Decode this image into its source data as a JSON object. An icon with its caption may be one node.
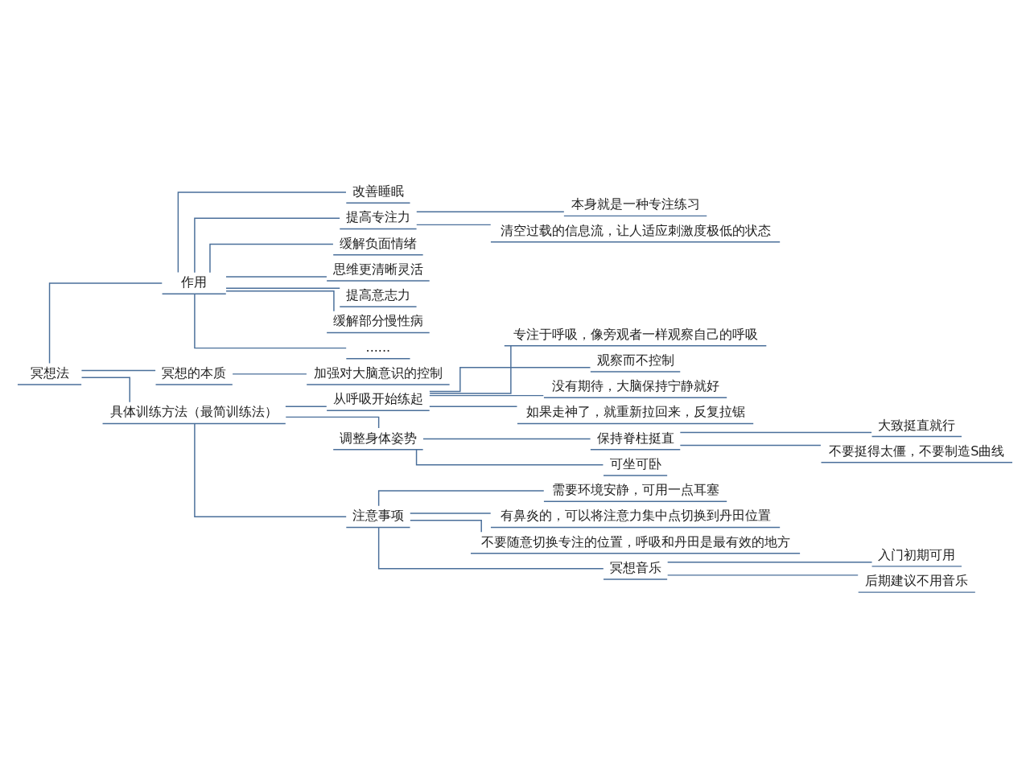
{
  "diagram": {
    "nodes": [
      {
        "text": [
          "冥想法"
        ]
      },
      {
        "text": [
          "作用"
        ]
      },
      {
        "text": [
          "改善睡眠"
        ]
      },
      {
        "text": [
          "提高专注力"
        ]
      },
      {
        "text": [
          "本身就是一种专注练习"
        ]
      },
      {
        "text": [
          "清空过载的信息流，让人适应刺激度极低的状态"
        ]
      },
      {
        "text": [
          "缓解负面情绪"
        ]
      },
      {
        "text": [
          "思维更清晰灵活"
        ]
      },
      {
        "text": [
          "提高意志力"
        ]
      },
      {
        "text": [
          "缓解部分慢性病"
        ]
      },
      {
        "text": [
          "......"
        ]
      },
      {
        "text": [
          "冥想的本质"
        ]
      },
      {
        "text": [
          "加强对大脑意识的控制"
        ]
      },
      {
        "text": [
          "具体训练方法（最简训练法）"
        ]
      },
      {
        "text": [
          "从呼吸开始练起"
        ]
      },
      {
        "text": [
          "专注于呼吸，像旁观者一样观察自己的呼吸"
        ]
      },
      {
        "text": [
          "观察而不控制"
        ]
      },
      {
        "text": [
          "没有期待，大脑保持宁静就好"
        ]
      },
      {
        "text": [
          "如果走神了，就重新拉回来，反复拉锯"
        ]
      },
      {
        "text": [
          "调整身体姿势"
        ]
      },
      {
        "text": [
          "保持脊柱挺直"
        ]
      },
      {
        "text": [
          "大致挺直就行"
        ]
      },
      {
        "text": [
          "不要挺得太僵，不要制造S曲线"
        ]
      },
      {
        "text": [
          "可坐可卧"
        ]
      },
      {
        "text": [
          "注意事项"
        ]
      },
      {
        "text": [
          "需要环境安静，可用一点耳塞"
        ]
      },
      {
        "text": [
          "有鼻炎的，可以将注意力集中点切换到丹田位置"
        ]
      },
      {
        "text": [
          "不要随意切换专注的位置，呼吸和丹田是最有效的地方"
        ]
      },
      {
        "text": [
          "冥想音乐"
        ]
      },
      {
        "text": [
          "入门初期可用"
        ]
      },
      {
        "text": [
          "后期建议不用音乐"
        ]
      }
    ],
    "edges": [
      {
        "from": 0,
        "to": 1,
        "arrow": "none"
      },
      {
        "from": 1,
        "to": 2,
        "arrow": "none"
      },
      {
        "from": 1,
        "to": 3,
        "arrow": "none"
      },
      {
        "from": 3,
        "to": 4,
        "arrow": "none"
      },
      {
        "from": 3,
        "to": 5,
        "arrow": "none"
      },
      {
        "from": 1,
        "to": 6,
        "arrow": "none"
      },
      {
        "from": 1,
        "to": 7,
        "arrow": "none"
      },
      {
        "from": 1,
        "to": 8,
        "arrow": "none"
      },
      {
        "from": 1,
        "to": 9,
        "arrow": "none"
      },
      {
        "from": 1,
        "to": 10,
        "arrow": "none"
      },
      {
        "from": 0,
        "to": 11,
        "arrow": "none"
      },
      {
        "from": 11,
        "to": 12,
        "arrow": "none"
      },
      {
        "from": 0,
        "to": 13,
        "arrow": "none"
      },
      {
        "from": 13,
        "to": 14,
        "arrow": "none"
      },
      {
        "from": 14,
        "to": 15,
        "arrow": "none"
      },
      {
        "from": 14,
        "to": 16,
        "arrow": "none"
      },
      {
        "from": 14,
        "to": 17,
        "arrow": "none"
      },
      {
        "from": 14,
        "to": 18,
        "arrow": "none"
      },
      {
        "from": 13,
        "to": 19,
        "arrow": "none"
      },
      {
        "from": 19,
        "to": 20,
        "arrow": "none"
      },
      {
        "from": 20,
        "to": 21,
        "arrow": "none"
      },
      {
        "from": 20,
        "to": 22,
        "arrow": "none"
      },
      {
        "from": 19,
        "to": 23,
        "arrow": "none"
      },
      {
        "from": 13,
        "to": 24,
        "arrow": "none"
      },
      {
        "from": 24,
        "to": 25,
        "arrow": "none"
      },
      {
        "from": 24,
        "to": 26,
        "arrow": "none"
      },
      {
        "from": 24,
        "to": 27,
        "arrow": "none"
      },
      {
        "from": 24,
        "to": 28,
        "arrow": "none"
      },
      {
        "from": 28,
        "to": 29,
        "arrow": "none"
      },
      {
        "from": 28,
        "to": 30,
        "arrow": "none"
      }
    ]
  }
}
